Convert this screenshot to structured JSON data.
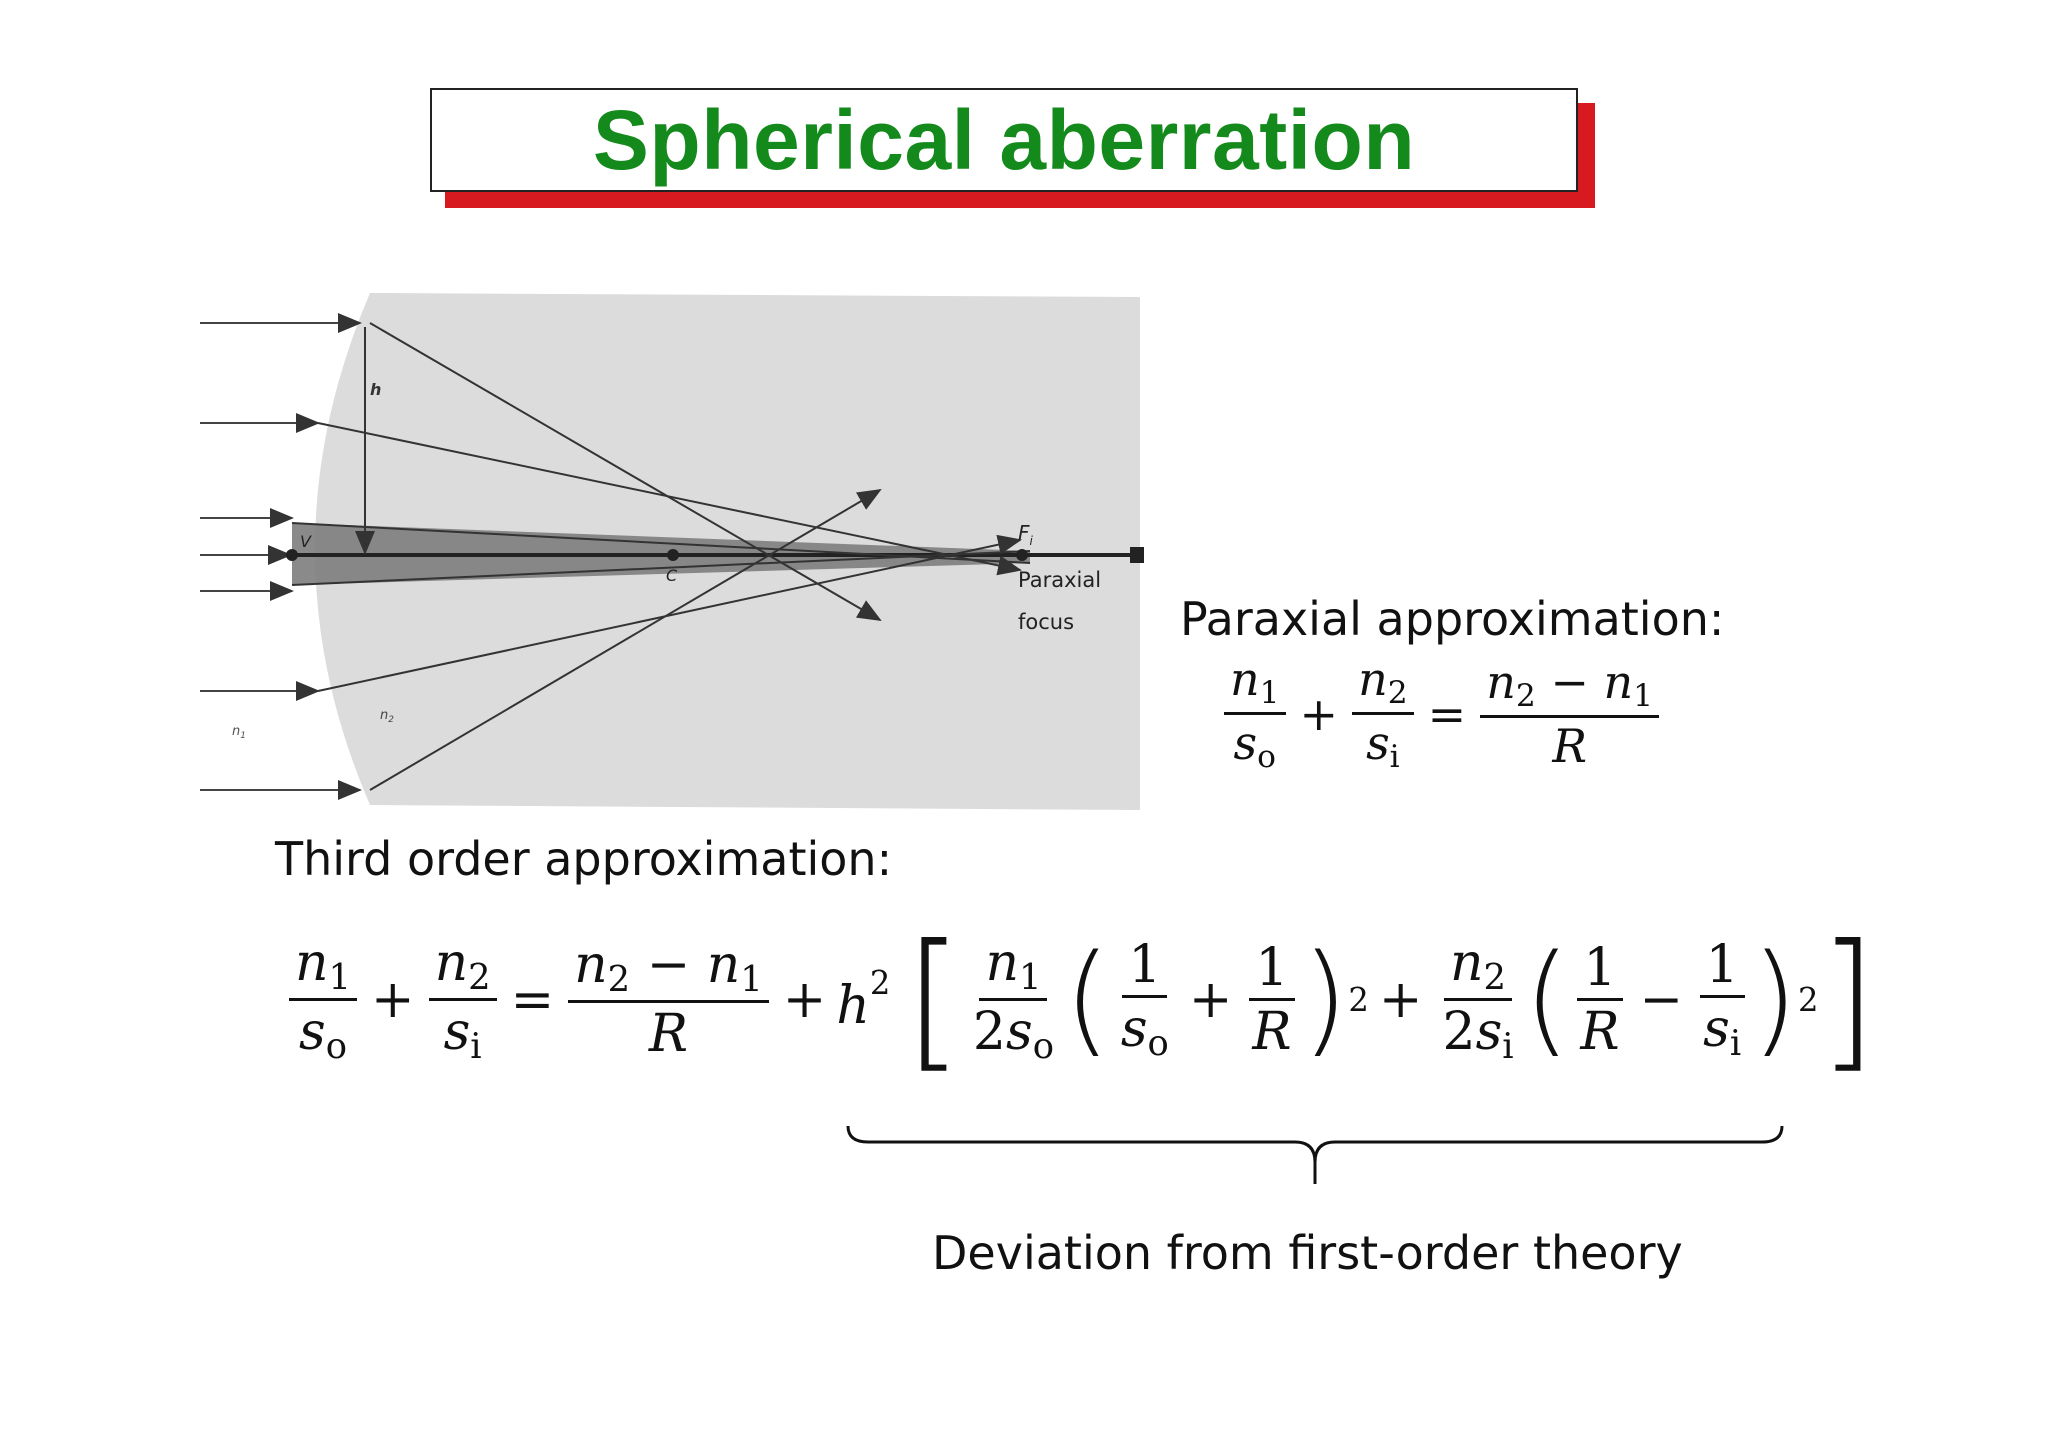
{
  "title": "Spherical aberration",
  "colors": {
    "title_text": "#148a1c",
    "title_shadow": "#d71920",
    "diagram_bg": "#dcdcdc",
    "shaded_cone": "#7d7d7d"
  },
  "diagram": {
    "labels": {
      "h": "h",
      "V": "V",
      "C": "C",
      "Fi": "F",
      "Fi_sub": "i",
      "paraxial": "Paraxial",
      "focus": "focus",
      "n1": "n",
      "n1_sub": "1",
      "n2": "n",
      "n2_sub": "2"
    }
  },
  "paraxial": {
    "label": "Paraxial approximation:",
    "eq": {
      "n1": "n",
      "s1": "1",
      "so": "s",
      "so_sub": "o",
      "plus": "+",
      "n2": "n",
      "s2": "2",
      "si": "s",
      "si_sub": "i",
      "equals": "=",
      "minus": "−",
      "R": "R"
    }
  },
  "third_order": {
    "label": "Third order approximation:",
    "eq": {
      "h": "h",
      "h_sup": "2",
      "one": "1",
      "two": "2",
      "sq": "2"
    }
  },
  "deviation": "Deviation from first-order theory"
}
